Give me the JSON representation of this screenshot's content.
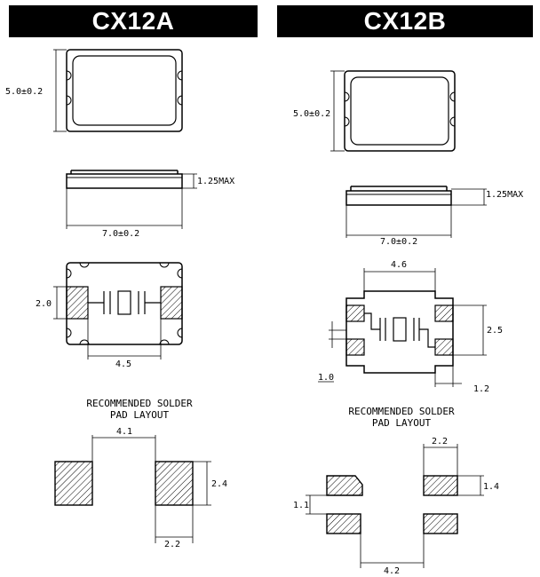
{
  "titles": {
    "a": "CX12A",
    "b": "CX12B"
  },
  "cx12a": {
    "height_dim": "5.0±0.2",
    "thickness_dim": "1.25MAX",
    "width_dim": "7.0±0.2",
    "pad_height": "2.0",
    "pad_span": "4.5",
    "rec_title_1": "RECOMMENDED SOLDER",
    "rec_title_2": "PAD LAYOUT",
    "rec_span": "4.1",
    "rec_height": "2.4",
    "rec_width": "2.2"
  },
  "cx12b": {
    "height_dim": "5.0±0.2",
    "thickness_dim": "1.25MAX",
    "width_dim": "7.0±0.2",
    "pad_span": "4.6",
    "pad_height": "2.5",
    "pad_gap": "1.0",
    "pad_width": "1.2",
    "rec_title_1": "RECOMMENDED SOLDER",
    "rec_title_2": "PAD LAYOUT",
    "rec_width": "2.2",
    "rec_height": "1.4",
    "rec_gap": "1.1",
    "rec_span": "4.2"
  }
}
